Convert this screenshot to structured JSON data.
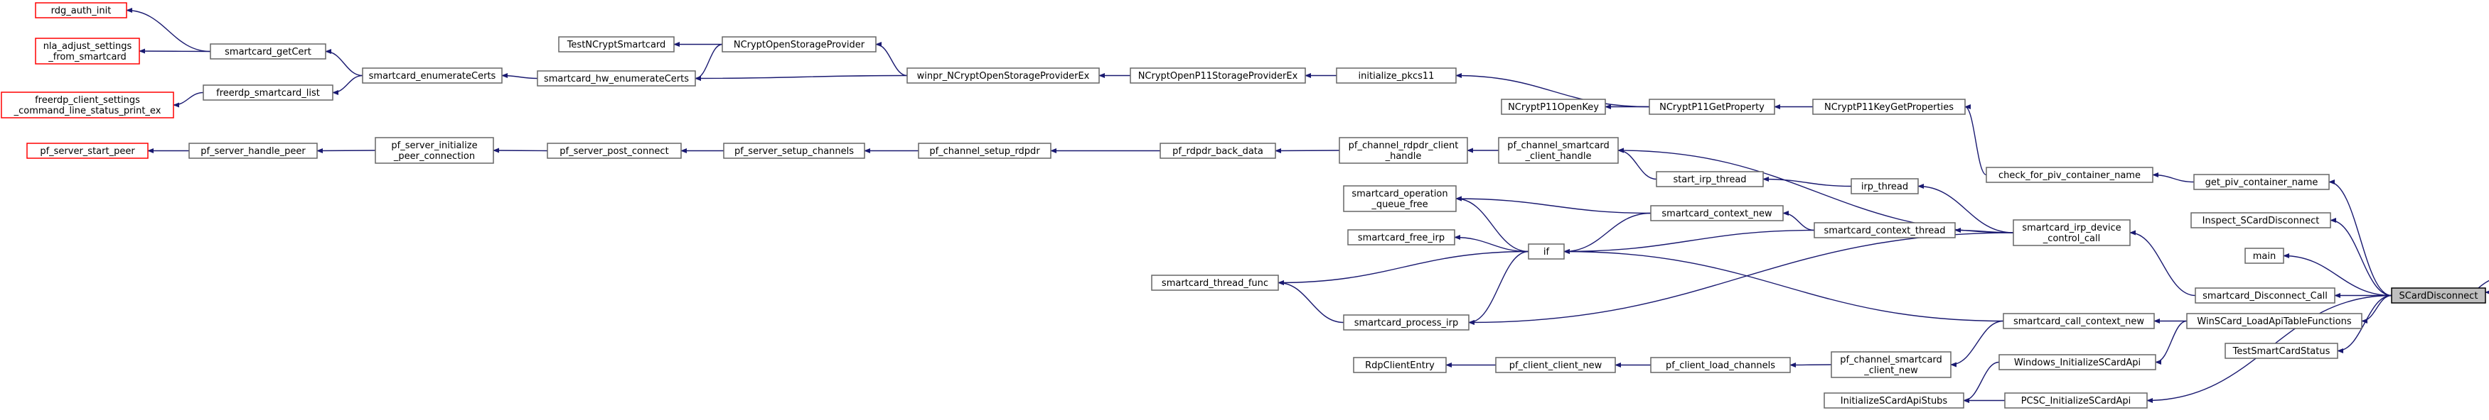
{
  "nodes": [
    {
      "id": "rdg_auth_init",
      "lines": [
        "rdg_auth_init"
      ],
      "style": "red"
    },
    {
      "id": "nla_adjust",
      "lines": [
        "nla_adjust_settings",
        "_from_smartcard"
      ],
      "style": "red"
    },
    {
      "id": "freerdp_client_settings",
      "lines": [
        "freerdp_client_settings",
        "_command_line_status_print_ex"
      ],
      "style": "red"
    },
    {
      "id": "pf_server_start_peer",
      "lines": [
        "pf_server_start_peer"
      ],
      "style": "red"
    },
    {
      "id": "smartcard_getCert",
      "lines": [
        "smartcard_getCert"
      ],
      "style": "normal"
    },
    {
      "id": "freerdp_smartcard_list",
      "lines": [
        "freerdp_smartcard_list"
      ],
      "style": "normal"
    },
    {
      "id": "smartcard_enumerateCerts",
      "lines": [
        "smartcard_enumerateCerts"
      ],
      "style": "normal"
    },
    {
      "id": "TestNCryptSmartcard",
      "lines": [
        "TestNCryptSmartcard"
      ],
      "style": "normal"
    },
    {
      "id": "smartcard_hw_enumerateCerts",
      "lines": [
        "smartcard_hw_enumerateCerts"
      ],
      "style": "normal"
    },
    {
      "id": "NCryptOpenStorageProvider",
      "lines": [
        "NCryptOpenStorageProvider"
      ],
      "style": "normal"
    },
    {
      "id": "winpr_NCryptOpenStorageProviderEx",
      "lines": [
        "winpr_NCryptOpenStorageProviderEx"
      ],
      "style": "normal"
    },
    {
      "id": "NCryptOpenP11StorageProviderEx",
      "lines": [
        "NCryptOpenP11StorageProviderEx"
      ],
      "style": "normal"
    },
    {
      "id": "initialize_pkcs11",
      "lines": [
        "initialize_pkcs11"
      ],
      "style": "normal"
    },
    {
      "id": "NCryptP11OpenKey",
      "lines": [
        "NCryptP11OpenKey"
      ],
      "style": "normal"
    },
    {
      "id": "NCryptP11GetProperty",
      "lines": [
        "NCryptP11GetProperty"
      ],
      "style": "normal"
    },
    {
      "id": "NCryptP11KeyGetProperties",
      "lines": [
        "NCryptP11KeyGetProperties"
      ],
      "style": "normal"
    },
    {
      "id": "pf_server_handle_peer",
      "lines": [
        "pf_server_handle_peer"
      ],
      "style": "normal"
    },
    {
      "id": "pf_server_initialize_peer_connection",
      "lines": [
        "pf_server_initialize",
        "_peer_connection"
      ],
      "style": "normal"
    },
    {
      "id": "pf_server_post_connect",
      "lines": [
        "pf_server_post_connect"
      ],
      "style": "normal"
    },
    {
      "id": "pf_server_setup_channels",
      "lines": [
        "pf_server_setup_channels"
      ],
      "style": "normal"
    },
    {
      "id": "pf_channel_setup_rdpdr",
      "lines": [
        "pf_channel_setup_rdpdr"
      ],
      "style": "normal"
    },
    {
      "id": "pf_rdpdr_back_data",
      "lines": [
        "pf_rdpdr_back_data"
      ],
      "style": "normal"
    },
    {
      "id": "pf_channel_rdpdr_client_handle",
      "lines": [
        "pf_channel_rdpdr_client",
        "_handle"
      ],
      "style": "normal"
    },
    {
      "id": "pf_channel_smartcard_client_handle",
      "lines": [
        "pf_channel_smartcard",
        "_client_handle"
      ],
      "style": "normal"
    },
    {
      "id": "start_irp_thread",
      "lines": [
        "start_irp_thread"
      ],
      "style": "normal"
    },
    {
      "id": "irp_thread",
      "lines": [
        "irp_thread"
      ],
      "style": "normal"
    },
    {
      "id": "check_for_piv_container_name",
      "lines": [
        "check_for_piv_container_name"
      ],
      "style": "normal"
    },
    {
      "id": "get_piv_container_name",
      "lines": [
        "get_piv_container_name"
      ],
      "style": "normal"
    },
    {
      "id": "smartcard_operation_queue_free",
      "lines": [
        "smartcard_operation",
        "_queue_free"
      ],
      "style": "normal"
    },
    {
      "id": "smartcard_context_new",
      "lines": [
        "smartcard_context_new"
      ],
      "style": "normal"
    },
    {
      "id": "smartcard_free_irp",
      "lines": [
        "smartcard_free_irp"
      ],
      "style": "normal"
    },
    {
      "id": "if",
      "lines": [
        "if"
      ],
      "style": "normal"
    },
    {
      "id": "smartcard_context_thread",
      "lines": [
        "smartcard_context_thread"
      ],
      "style": "normal"
    },
    {
      "id": "smartcard_irp_device_control_call",
      "lines": [
        "smartcard_irp_device",
        "_control_call"
      ],
      "style": "normal"
    },
    {
      "id": "Inspect_SCardDisconnect",
      "lines": [
        "Inspect_SCardDisconnect"
      ],
      "style": "normal"
    },
    {
      "id": "main",
      "lines": [
        "main"
      ],
      "style": "normal"
    },
    {
      "id": "smartcard_thread_func",
      "lines": [
        "smartcard_thread_func"
      ],
      "style": "normal"
    },
    {
      "id": "smartcard_Disconnect_Call",
      "lines": [
        "smartcard_Disconnect_Call"
      ],
      "style": "normal"
    },
    {
      "id": "SCardDisconnect",
      "lines": [
        "SCardDisconnect"
      ],
      "style": "root"
    },
    {
      "id": "smartcard_process_irp",
      "lines": [
        "smartcard_process_irp"
      ],
      "style": "normal"
    },
    {
      "id": "smartcard_call_context_new",
      "lines": [
        "smartcard_call_context_new"
      ],
      "style": "normal"
    },
    {
      "id": "WinSCard_LoadApiTableFunctions",
      "lines": [
        "WinSCard_LoadApiTableFunctions"
      ],
      "style": "normal"
    },
    {
      "id": "TestSmartCardStatus",
      "lines": [
        "TestSmartCardStatus"
      ],
      "style": "normal"
    },
    {
      "id": "RdpClientEntry",
      "lines": [
        "RdpClientEntry"
      ],
      "style": "normal"
    },
    {
      "id": "pf_client_client_new",
      "lines": [
        "pf_client_client_new"
      ],
      "style": "normal"
    },
    {
      "id": "pf_client_load_channels",
      "lines": [
        "pf_client_load_channels"
      ],
      "style": "normal"
    },
    {
      "id": "pf_channel_smartcard_client_new",
      "lines": [
        "pf_channel_smartcard",
        "_client_new"
      ],
      "style": "normal"
    },
    {
      "id": "Windows_InitializeSCardApi",
      "lines": [
        "Windows_InitializeSCardApi"
      ],
      "style": "normal"
    },
    {
      "id": "PCSC_InitializeSCardApi",
      "lines": [
        "PCSC_InitializeSCardApi"
      ],
      "style": "normal"
    },
    {
      "id": "InitializeSCardApiStubs",
      "lines": [
        "InitializeSCardApiStubs"
      ],
      "style": "normal"
    }
  ],
  "edges": [
    [
      "smartcard_getCert",
      "rdg_auth_init"
    ],
    [
      "smartcard_getCert",
      "nla_adjust"
    ],
    [
      "smartcard_enumerateCerts",
      "smartcard_getCert"
    ],
    [
      "smartcard_enumerateCerts",
      "freerdp_smartcard_list"
    ],
    [
      "freerdp_smartcard_list",
      "freerdp_client_settings"
    ],
    [
      "smartcard_hw_enumerateCerts",
      "smartcard_enumerateCerts"
    ],
    [
      "NCryptOpenStorageProvider",
      "TestNCryptSmartcard"
    ],
    [
      "NCryptOpenStorageProvider",
      "smartcard_hw_enumerateCerts"
    ],
    [
      "winpr_NCryptOpenStorageProviderEx",
      "NCryptOpenStorageProvider"
    ],
    [
      "winpr_NCryptOpenStorageProviderEx",
      "smartcard_hw_enumerateCerts"
    ],
    [
      "NCryptOpenP11StorageProviderEx",
      "winpr_NCryptOpenStorageProviderEx"
    ],
    [
      "initialize_pkcs11",
      "NCryptOpenP11StorageProviderEx"
    ],
    [
      "NCryptP11GetProperty",
      "initialize_pkcs11"
    ],
    [
      "NCryptP11GetProperty",
      "NCryptP11OpenKey"
    ],
    [
      "NCryptP11KeyGetProperties",
      "NCryptP11GetProperty"
    ],
    [
      "check_for_piv_container_name",
      "NCryptP11KeyGetProperties"
    ],
    [
      "get_piv_container_name",
      "check_for_piv_container_name"
    ],
    [
      "pf_server_handle_peer",
      "pf_server_start_peer"
    ],
    [
      "pf_server_initialize_peer_connection",
      "pf_server_handle_peer"
    ],
    [
      "pf_server_post_connect",
      "pf_server_initialize_peer_connection"
    ],
    [
      "pf_server_setup_channels",
      "pf_server_post_connect"
    ],
    [
      "pf_channel_setup_rdpdr",
      "pf_server_setup_channels"
    ],
    [
      "pf_rdpdr_back_data",
      "pf_channel_setup_rdpdr"
    ],
    [
      "pf_channel_rdpdr_client_handle",
      "pf_rdpdr_back_data"
    ],
    [
      "pf_channel_smartcard_client_handle",
      "pf_channel_rdpdr_client_handle"
    ],
    [
      "smartcard_irp_device_control_call",
      "pf_channel_smartcard_client_handle"
    ],
    [
      "start_irp_thread",
      "pf_channel_smartcard_client_handle"
    ],
    [
      "irp_thread",
      "start_irp_thread"
    ],
    [
      "smartcard_irp_device_control_call",
      "irp_thread"
    ],
    [
      "smartcard_irp_device_control_call",
      "smartcard_context_thread"
    ],
    [
      "smartcard_irp_device_control_call",
      "smartcard_process_irp"
    ],
    [
      "smartcard_Disconnect_Call",
      "smartcard_irp_device_control_call"
    ],
    [
      "smartcard_context_thread",
      "smartcard_context_new"
    ],
    [
      "smartcard_context_thread",
      "if"
    ],
    [
      "smartcard_context_new",
      "smartcard_operation_queue_free"
    ],
    [
      "smartcard_context_new",
      "if"
    ],
    [
      "if",
      "smartcard_operation_queue_free"
    ],
    [
      "if",
      "smartcard_free_irp"
    ],
    [
      "if",
      "smartcard_thread_func"
    ],
    [
      "smartcard_process_irp",
      "smartcard_thread_func"
    ],
    [
      "if",
      "smartcard_process_irp"
    ],
    [
      "smartcard_call_context_new",
      "if"
    ],
    [
      "smartcard_call_context_new",
      "pf_channel_smartcard_client_new"
    ],
    [
      "pf_channel_smartcard_client_new",
      "pf_client_load_channels"
    ],
    [
      "pf_client_load_channels",
      "pf_client_client_new"
    ],
    [
      "pf_client_client_new",
      "RdpClientEntry"
    ],
    [
      "WinSCard_LoadApiTableFunctions",
      "smartcard_call_context_new"
    ],
    [
      "WinSCard_LoadApiTableFunctions",
      "Windows_InitializeSCardApi"
    ],
    [
      "Windows_InitializeSCardApi",
      "InitializeSCardApiStubs"
    ],
    [
      "PCSC_InitializeSCardApi",
      "InitializeSCardApiStubs"
    ],
    [
      "SCardDisconnect",
      "get_piv_container_name"
    ],
    [
      "SCardDisconnect",
      "Inspect_SCardDisconnect"
    ],
    [
      "SCardDisconnect",
      "main"
    ],
    [
      "SCardDisconnect",
      "smartcard_Disconnect_Call"
    ],
    [
      "SCardDisconnect",
      "WinSCard_LoadApiTableFunctions"
    ],
    [
      "SCardDisconnect",
      "TestSmartCardStatus"
    ],
    [
      "SCardDisconnect",
      "PCSC_InitializeSCardApi"
    ],
    [
      "SCardDisconnect",
      "SCardDisconnect"
    ]
  ]
}
